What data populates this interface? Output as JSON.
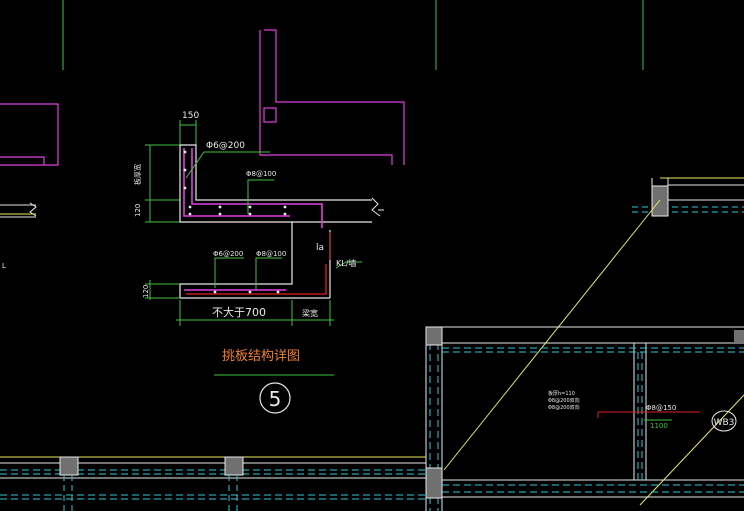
{
  "labels": {
    "dim_150": "150",
    "rebar_top": "Φ6@200",
    "rebar_mid": "Φ8@100",
    "dim_slab_thick": "板厚宽",
    "dim_120_upper": "120",
    "dim_120_lower": "120",
    "rebar_bot_left": "Φ6@200",
    "rebar_bot_right": "Φ8@100",
    "la": "la",
    "kl_wall": "KL/墙",
    "not_more_than": "不大于700",
    "beam_width": "梁宽",
    "detail_title": "挑板结构详图",
    "detail_no": "5",
    "slab_note_1": "板厚h=110",
    "slab_note_2": "Φ8@200双向",
    "slab_note_3": "Φ8@200双向",
    "rebar_right": "Φ8@150",
    "dim_1100": "1100",
    "wb_tag": "WB3"
  },
  "colors": {
    "background": "#000000",
    "grid_green": "#3ec43e",
    "wall_magenta": "#e040e0",
    "beam_white": "#e8e8e8",
    "cyan_dash": "#30c8d8",
    "yellow": "#e8e860",
    "orange_title": "#f08030",
    "red_leader": "#e02020",
    "column_gray": "#707070"
  }
}
